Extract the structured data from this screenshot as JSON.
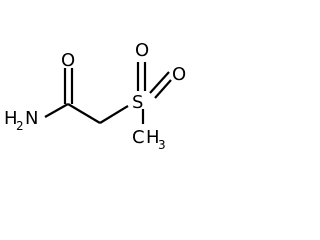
{
  "structure": {
    "atoms": {
      "carbonyl_oxygen": "O",
      "amine_nitrogen": "N",
      "amine_hydrogen": "H",
      "amine_hydrogen_count": "2",
      "sulfur": "S",
      "sulfonyl_oxygen_top": "O",
      "sulfonyl_oxygen_right": "O",
      "methyl_carbon": "C",
      "methyl_hydrogen": "H",
      "methyl_hydrogen_count": "3"
    }
  }
}
